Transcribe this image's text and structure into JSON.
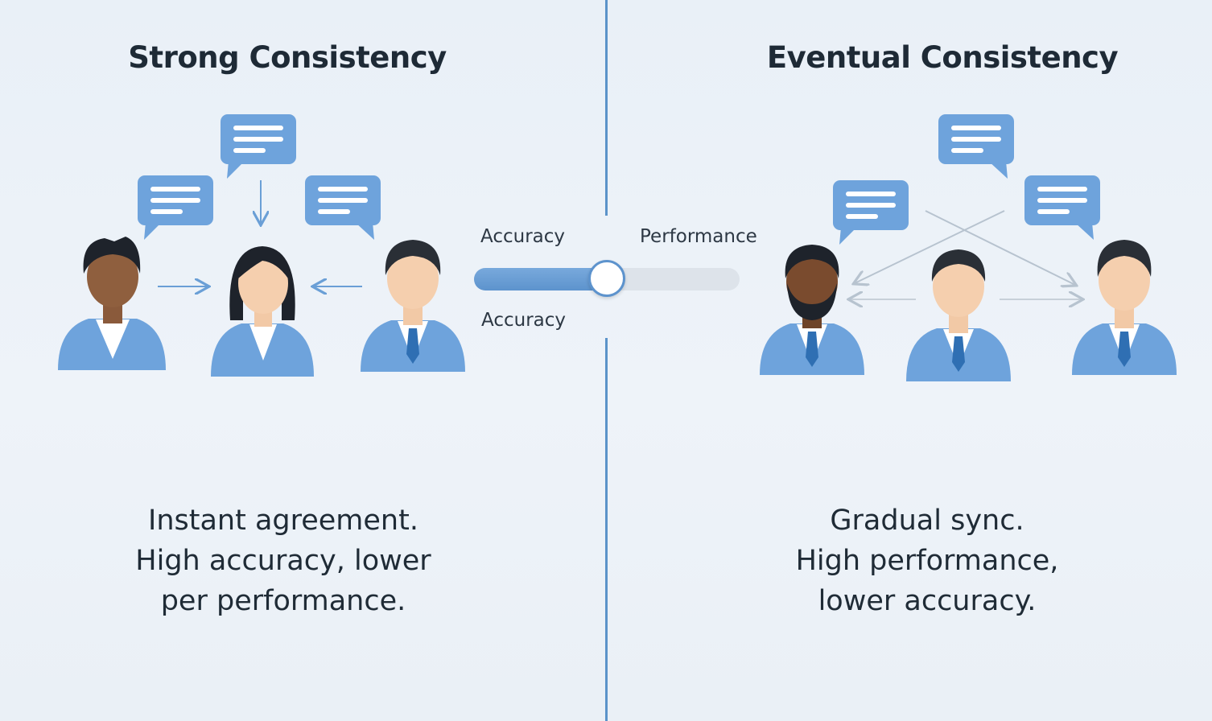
{
  "left": {
    "title": "Strong Consistency",
    "description": "Instant agreement.\nHigh accuracy, lower\nper performance."
  },
  "right": {
    "title": "Eventual Consistency",
    "description": "Gradual sync.\nHigh performance,\nlower accuracy."
  },
  "slider": {
    "label_top_left": "Accuracy",
    "label_top_right": "Performance",
    "label_bottom": "Accuracy",
    "value": 0.5
  },
  "colors": {
    "accent": "#6a9fd6",
    "bubble": "#6ea3dc",
    "divider": "#5b93c9",
    "text": "#1e2a36"
  },
  "icons": {
    "people": "person-icon",
    "bubbles": "chat-bubble-icon",
    "arrows": "arrow-icon"
  }
}
